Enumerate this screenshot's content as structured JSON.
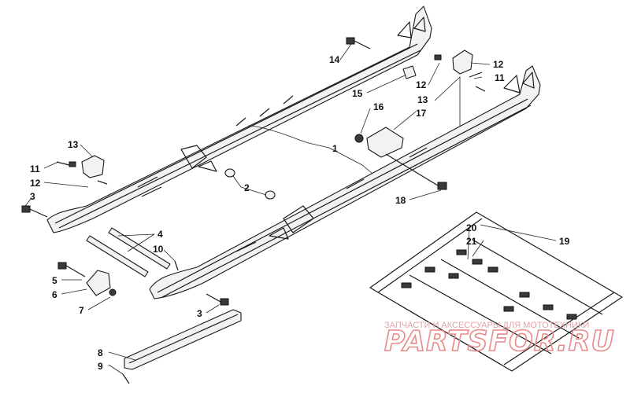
{
  "watermark": {
    "caption": "ЗАПЧАСТИ И АКСЕССУАРЫ ДЛЯ МОТОТЕХНИКИ",
    "brand": "PARTSFOR.RU"
  },
  "callouts": [
    {
      "id": "c14",
      "label": "14"
    },
    {
      "id": "c15",
      "label": "15"
    },
    {
      "id": "c16",
      "label": "16"
    },
    {
      "id": "c17",
      "label": "17"
    },
    {
      "id": "c12a",
      "label": "12"
    },
    {
      "id": "c12b",
      "label": "12"
    },
    {
      "id": "c11a",
      "label": "11"
    },
    {
      "id": "c13a",
      "label": "13"
    },
    {
      "id": "c1",
      "label": "1"
    },
    {
      "id": "c13b",
      "label": "13"
    },
    {
      "id": "c11b",
      "label": "11"
    },
    {
      "id": "c12c",
      "label": "12"
    },
    {
      "id": "c3a",
      "label": "3"
    },
    {
      "id": "c2",
      "label": "2"
    },
    {
      "id": "c18",
      "label": "18"
    },
    {
      "id": "c4",
      "label": "4"
    },
    {
      "id": "c10",
      "label": "10"
    },
    {
      "id": "c20",
      "label": "20"
    },
    {
      "id": "c21",
      "label": "21"
    },
    {
      "id": "c19",
      "label": "19"
    },
    {
      "id": "c5",
      "label": "5"
    },
    {
      "id": "c6",
      "label": "6"
    },
    {
      "id": "c7",
      "label": "7"
    },
    {
      "id": "c3b",
      "label": "3"
    },
    {
      "id": "c8",
      "label": "8"
    },
    {
      "id": "c9",
      "label": "9"
    }
  ]
}
